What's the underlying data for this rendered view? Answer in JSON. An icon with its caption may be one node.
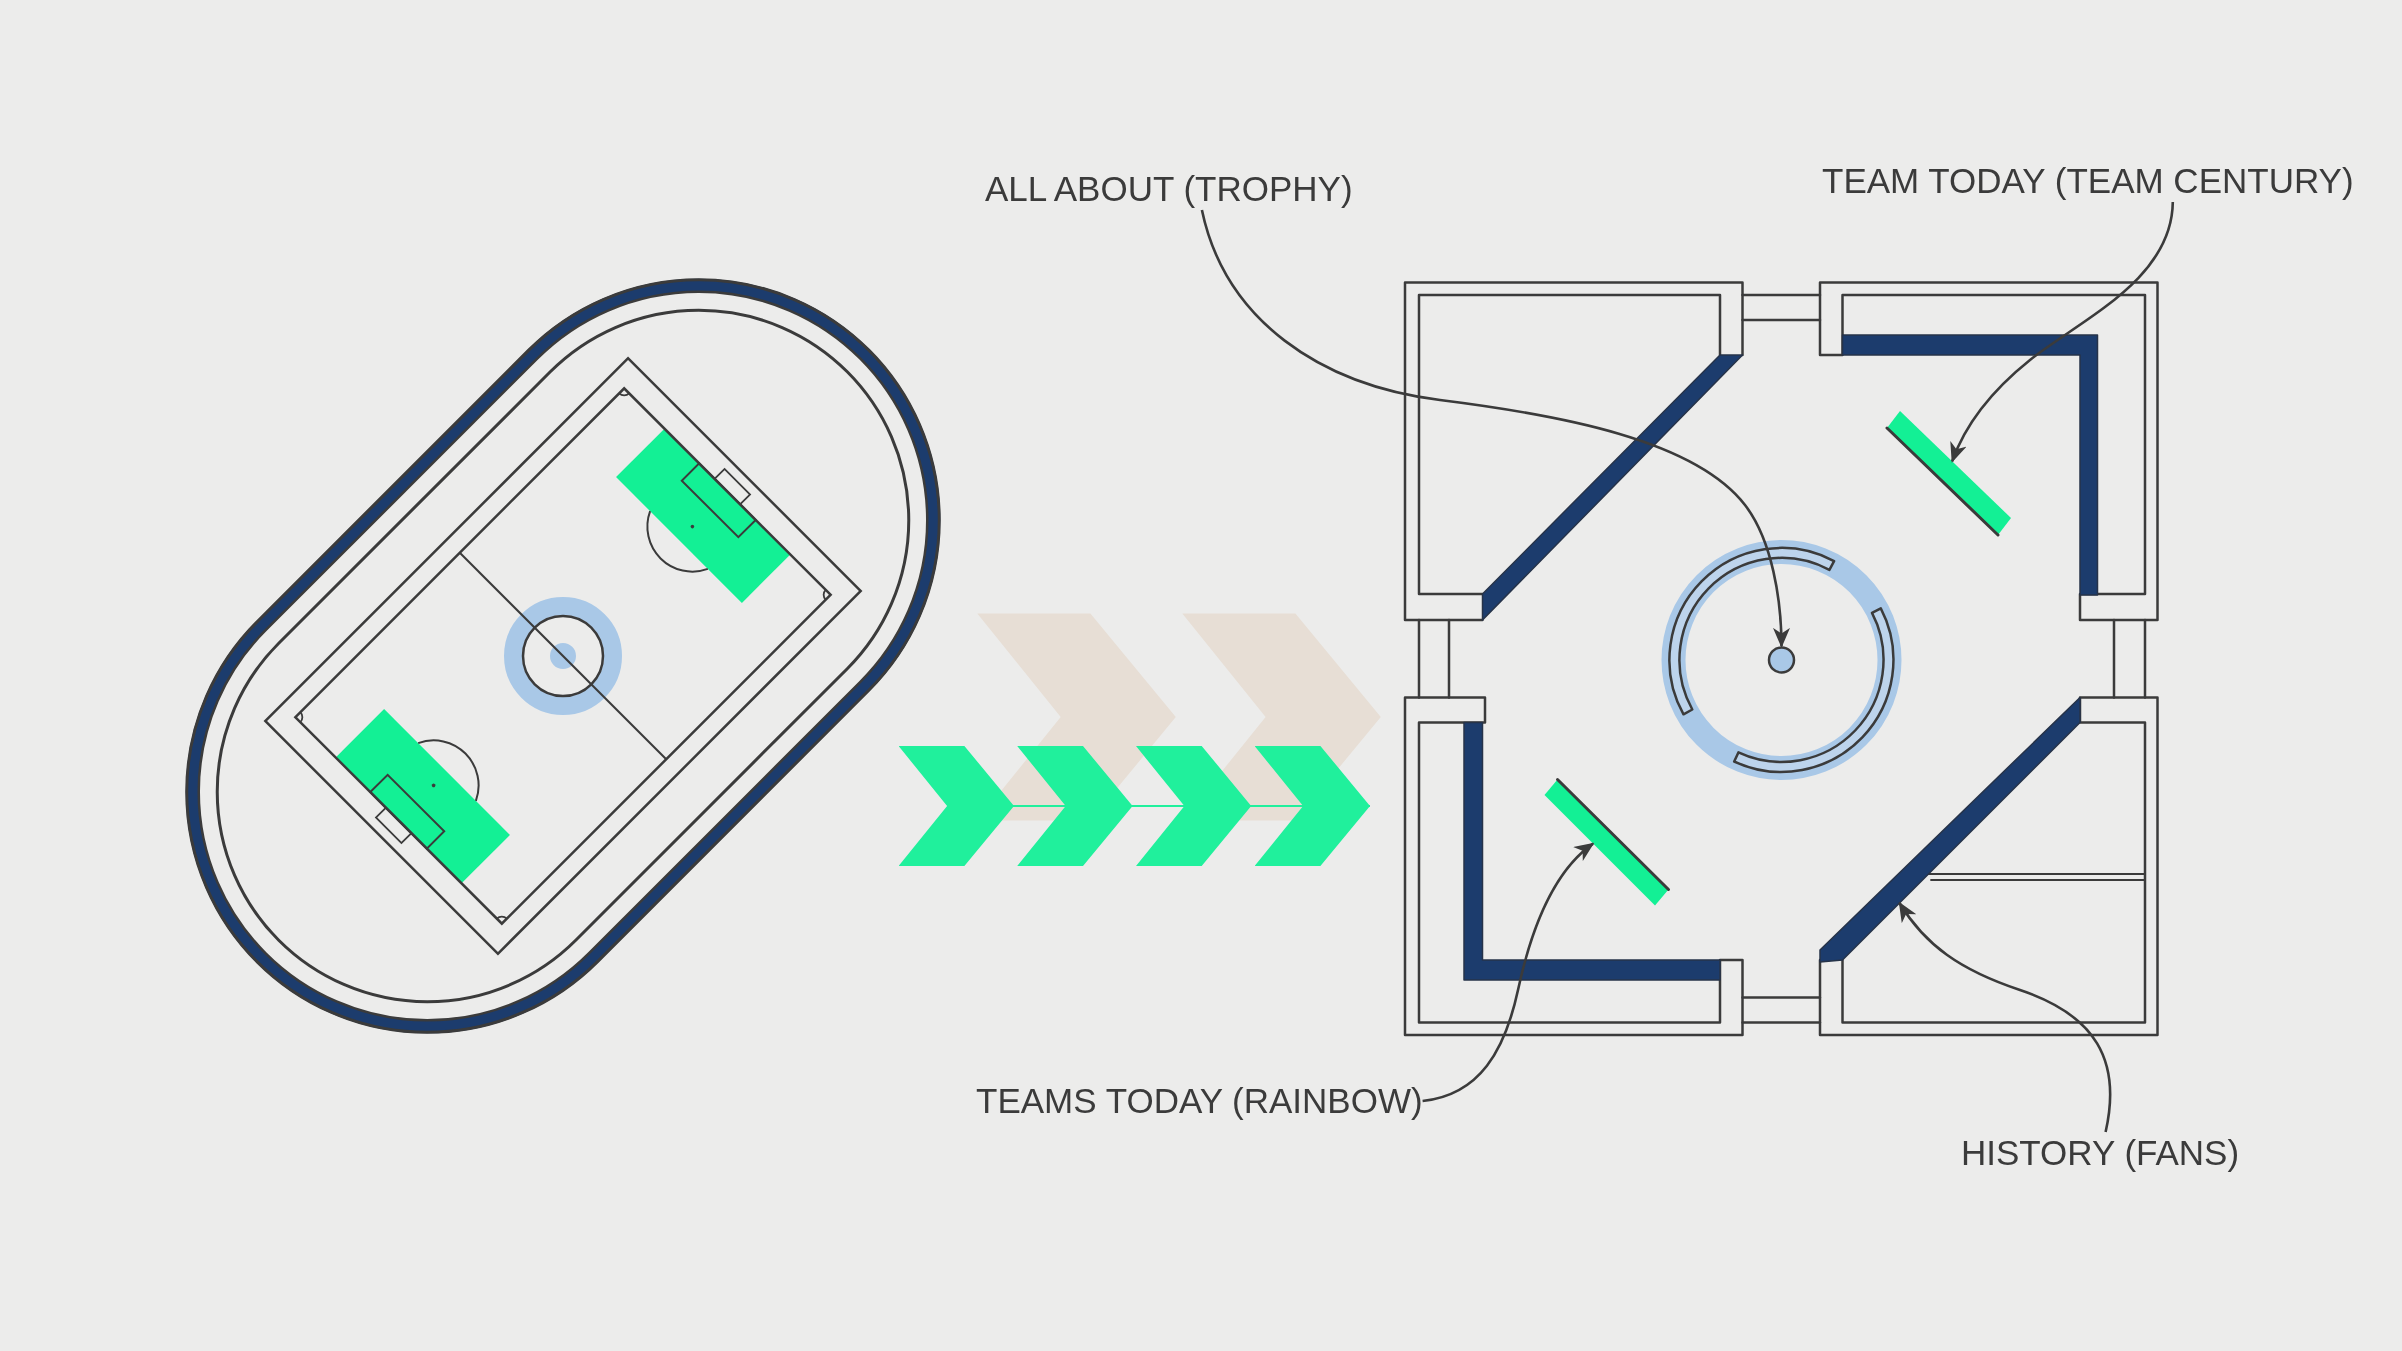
{
  "diagram": {
    "nodes": [
      {
        "text": [],
        "shape": "picture"
      },
      {
        "text": [],
        "shape": "picture"
      },
      {
        "text": [],
        "shape": "circle",
        "in": 1
      },
      {
        "text": [],
        "shape": "bar",
        "in": 1
      },
      {
        "text": [],
        "shape": "bar",
        "in": 1
      },
      {
        "text": [],
        "shape": "bar",
        "in": 1
      },
      {
        "text": [
          "ALL ABOUT (TROPHY)"
        ]
      },
      {
        "text": [
          "TEAM TODAY (TEAM CENTURY)"
        ]
      },
      {
        "text": [
          "TEAMS TODAY (RAINBOW)"
        ]
      },
      {
        "text": [
          "HISTORY (FANS)"
        ]
      }
    ],
    "edges": [
      {
        "from": 0,
        "to": 1,
        "arrow": "to",
        "color": "#20f09c"
      },
      {
        "from": 6,
        "to": 2,
        "arrow": "to"
      },
      {
        "from": 7,
        "to": 3,
        "arrow": "to"
      },
      {
        "from": 8,
        "to": 4,
        "arrow": "to"
      },
      {
        "from": 9,
        "to": 5,
        "arrow": "to"
      }
    ]
  }
}
